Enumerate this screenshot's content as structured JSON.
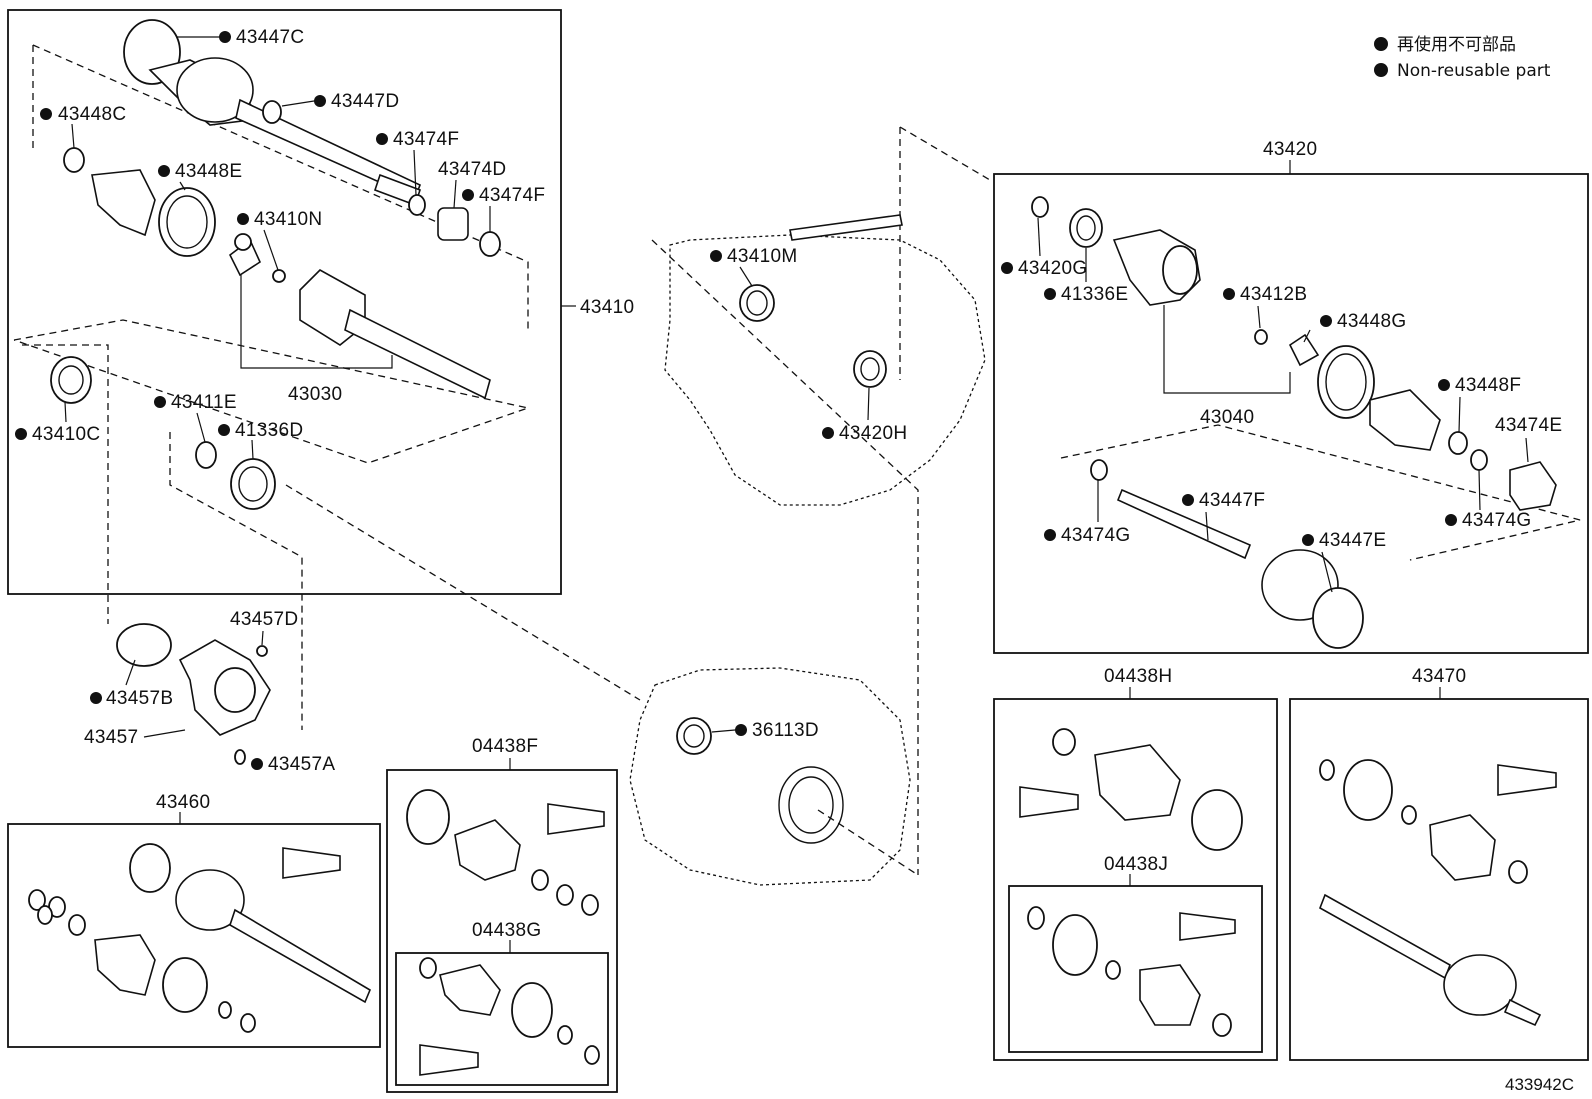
{
  "legend": {
    "line_jp": "再使用不可部品",
    "line_en": "Non-reusable part"
  },
  "drawing_number": "433942C",
  "groups": {
    "g43410": "43410",
    "g43030": "43030",
    "g43420": "43420",
    "g43040": "43040",
    "g43460": "43460",
    "g04438F": "04438F",
    "g04438G": "04438G",
    "g04438H": "04438H",
    "g04438J": "04438J",
    "g43470": "43470",
    "g43457": "43457"
  },
  "parts": {
    "p43447C": "43447C",
    "p43447D": "43447D",
    "p43448C": "43448C",
    "p43474F_a": "43474F",
    "p43474D": "43474D",
    "p43474F_b": "43474F",
    "p43448E": "43448E",
    "p43410N": "43410N",
    "p43411E": "43411E",
    "p41336D": "41336D",
    "p43410C": "43410C",
    "p43457D": "43457D",
    "p43457B": "43457B",
    "p43457A": "43457A",
    "p43410M": "43410M",
    "p43420H": "43420H",
    "p36113D": "36113D",
    "p43420G": "43420G",
    "p41336E": "41336E",
    "p43412B": "43412B",
    "p43448G": "43448G",
    "p43448F": "43448F",
    "p43474E": "43474E",
    "p43474G_a": "43474G",
    "p43474G_b": "43474G",
    "p43447F": "43447F",
    "p43447E": "43447E"
  }
}
